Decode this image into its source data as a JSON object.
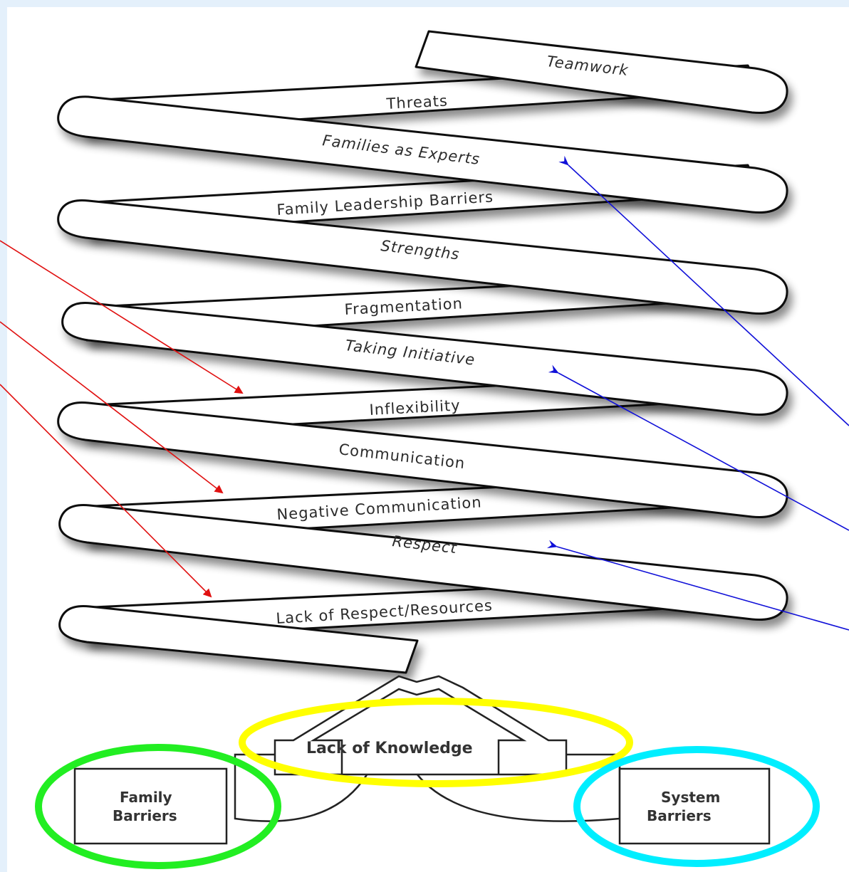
{
  "spring_labels": {
    "teamwork": "Teamwork",
    "threats": "Threats",
    "families_as_experts": "Families as Experts",
    "family_leadership_barriers": "Family Leadership Barriers",
    "strengths": "Strengths",
    "fragmentation": "Fragmentation",
    "taking_initiative": "Taking Initiative",
    "inflexibility": "Inflexibility",
    "communication": "Communication",
    "negative_communication": "Negative Communication",
    "respect": "Respect",
    "lack_of_respect_resources": "Lack of Respect/Resources"
  },
  "base_labels": {
    "lack_of_knowledge": "Lack of Knowledge",
    "family_barriers_line1": "Family",
    "family_barriers_line2": "Barriers",
    "system_barriers_line1": "System",
    "system_barriers_line2": "Barriers"
  },
  "colors": {
    "frame": "#e4f0fb",
    "red_arrows": "#e01010",
    "blue_arrows": "#1010d8",
    "yellow_ellipse": "#ffff00",
    "green_ellipse": "#22ee22",
    "cyan_ellipse": "#00eeff"
  }
}
